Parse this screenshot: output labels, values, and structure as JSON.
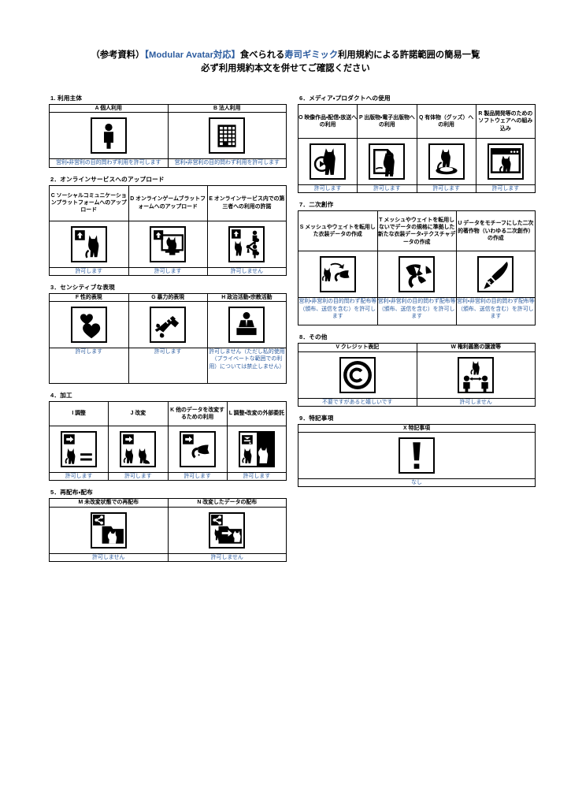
{
  "document": {
    "title_line1_pre": "（参考資料）",
    "title_line1_accent1": "【Modular Avatar対応】",
    "title_line1_mid": "食べられる",
    "title_line1_accent2": "寿司ギミック",
    "title_line1_post": "利用規約による許諾範囲の簡易一覧",
    "title_line2": "必ず利用規約本文を併せてご確認ください",
    "accent_color": "#2c5c9f",
    "permission_text_color": "#2c5c9f"
  },
  "sections": [
    {
      "number": "1.",
      "title": "1. 利用主体",
      "columns": 2,
      "items": [
        {
          "code": "A",
          "label": "A 個人利用",
          "icon": "person-icon",
          "permission": "営利・非営利の目的問わず利用を許可します"
        },
        {
          "code": "B",
          "label": "B 法人利用",
          "icon": "building-icon",
          "permission": "営利・非営利の目的問わず利用を許可します"
        }
      ]
    },
    {
      "number": "2.",
      "title": "2．オンラインサービスへのアップロード",
      "columns": 3,
      "items": [
        {
          "code": "C",
          "label": "C ソーシャルコミュニケーションプラットフォームへのアップロード",
          "icon": "upload-cat-icon",
          "permission": "許可します"
        },
        {
          "code": "D",
          "label": "D オンラインゲームブラットフォームへのアップロード",
          "icon": "upload-monitor-cat-icon",
          "permission": "許可します"
        },
        {
          "code": "E",
          "label": "E オンラインサービス内での第三者への利用の許諾",
          "icon": "share-cat-people-icon",
          "permission": "許可しません"
        }
      ]
    },
    {
      "number": "3.",
      "title": "3．センシティブな表現",
      "columns": 3,
      "items": [
        {
          "code": "F",
          "label": "F 性的表現",
          "icon": "hearts-icon",
          "permission": "許可します"
        },
        {
          "code": "G",
          "label": "G 暴力的表現",
          "icon": "knife-icon",
          "permission": "許可します"
        },
        {
          "code": "H",
          "label": "H 政治活動・宗教活動",
          "icon": "podium-speaker-icon",
          "permission": "許可しません（ただし私的使用（プライベートな範囲での利用）については禁止しません）"
        }
      ]
    },
    {
      "number": "4.",
      "title": "4．加工",
      "columns": 4,
      "items": [
        {
          "code": "I",
          "label": "I 調整",
          "icon": "arrow-cat-equals-icon",
          "permission": "許可します"
        },
        {
          "code": "J",
          "label": "J 改変",
          "icon": "arrow-cat-cat-icon",
          "permission": "許可します"
        },
        {
          "code": "K",
          "label": "K 他のデータを改変するための利用",
          "icon": "arrow-ribbon-icon",
          "permission": "許可します"
        },
        {
          "code": "L",
          "label": "L 調整・改変の外部委託",
          "icon": "cat-person-split-icon",
          "permission": "許可します"
        }
      ]
    },
    {
      "number": "5.",
      "title": "5．再配布・配布",
      "columns": 2,
      "items": [
        {
          "code": "M",
          "label": "M 未改変状態での再配布",
          "icon": "share-folder-cat-icon",
          "permission": "許可しません"
        },
        {
          "code": "N",
          "label": "N 改変したデータの配布",
          "icon": "share-folder-modified-cat-icon",
          "permission": "許可しません"
        }
      ]
    },
    {
      "number": "6.",
      "title": "6．メディア・プロダクトへの使用",
      "columns": 4,
      "items": [
        {
          "code": "O",
          "label": "O 映像作品・配信・放送への利用",
          "icon": "play-cat-icon",
          "permission": "許可します"
        },
        {
          "code": "P",
          "label": "P 出版物・電子出版物への利用",
          "icon": "paper-cat-icon",
          "permission": "許可します"
        },
        {
          "code": "Q",
          "label": "Q 有体物（グッズ）への利用",
          "icon": "goods-cat-icon",
          "permission": "許可します"
        },
        {
          "code": "R",
          "label": "R 製品開発等のためのソフトウェアへの組み込み",
          "icon": "window-cat-icon",
          "permission": "許可します"
        }
      ]
    },
    {
      "number": "7.",
      "title": "7．二次創作",
      "columns": 3,
      "items": [
        {
          "code": "S",
          "label": "S メッシュやウェイトを転用した衣装データの作成",
          "icon": "cat-to-cloth-icon",
          "permission": "営利・非営利の目的問わず配布等（頒布、送信を含む）を許可します"
        },
        {
          "code": "T",
          "label": "T メッシュやウェイトを転用しないでデータの規格に準拠した新たな衣装データ・テクスチャデータの作成",
          "icon": "cloth-icon",
          "permission": "営利・非営利の目的問わず配布等（頒布、送信を含む）を許可します"
        },
        {
          "code": "U",
          "label": "U データをモチーフにした二次的著作物（いわゆる二次創作）の作成",
          "icon": "brush-icon",
          "permission": "営利・非営利の目的問わず配布等（頒布、送信を含む）を許可します"
        }
      ]
    },
    {
      "number": "8.",
      "title": "8．その他",
      "columns": 2,
      "items": [
        {
          "code": "V",
          "label": "V クレジット表記",
          "icon": "copyright-icon",
          "permission": "不要ですがあると嬉しいです"
        },
        {
          "code": "W",
          "label": "W 権利義務の譲渡等",
          "icon": "transfer-cat-icon",
          "permission": "許可しません"
        }
      ]
    },
    {
      "number": "9.",
      "title": "9．特記事項",
      "columns": 1,
      "items": [
        {
          "code": "X",
          "label": "X 特記事項",
          "icon": "exclamation-icon",
          "permission": "なし"
        }
      ]
    }
  ],
  "layout": {
    "left_column_sections": [
      0,
      1,
      2,
      3,
      4
    ],
    "right_column_sections": [
      5,
      6,
      7,
      8
    ]
  }
}
